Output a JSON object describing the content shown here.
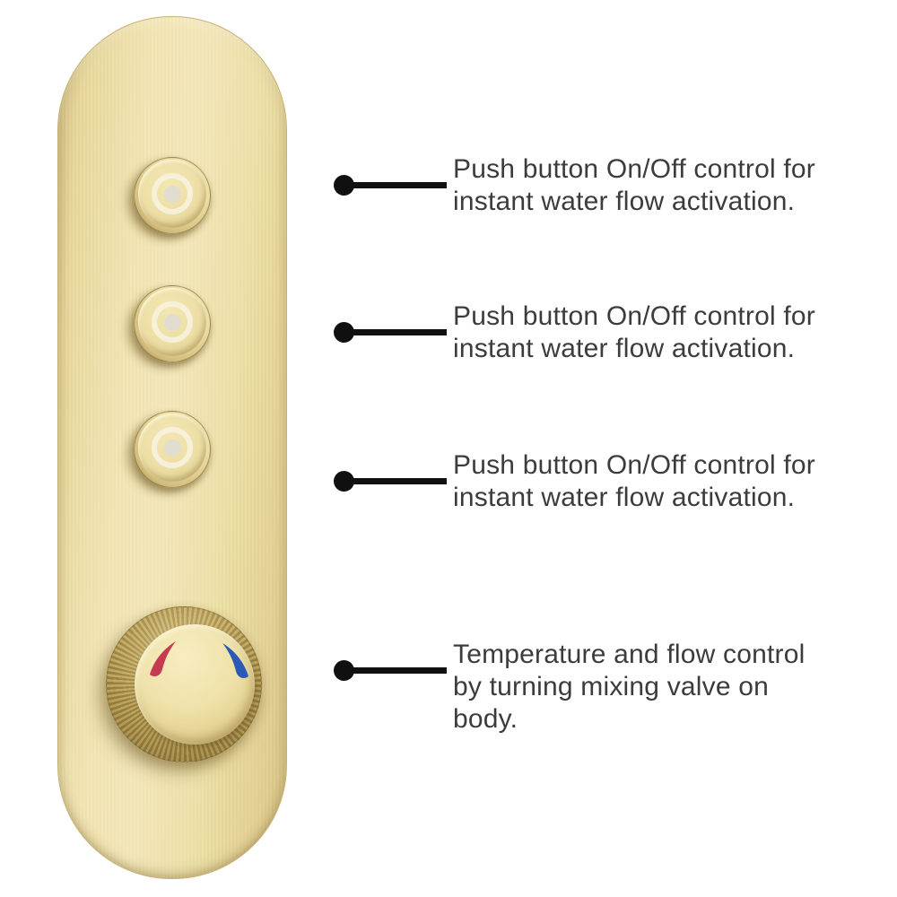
{
  "figure": {
    "type": "product-annotation-diagram",
    "background_color": "#ffffff",
    "panel": {
      "description": "brushed gold thermostatic shower valve plate",
      "finish": {
        "base_color": "#eee1a8",
        "highlight_color": "#f4e8ba",
        "edge_color": "#d3bf82"
      }
    },
    "push_buttons": [
      {
        "position": "top",
        "icon": "concentric-target-icon",
        "icon_color": "#f8f3e0"
      },
      {
        "position": "middle",
        "icon": "concentric-target-icon",
        "icon_color": "#f8f3e0"
      },
      {
        "position": "bottom",
        "icon": "concentric-target-icon",
        "icon_color": "#f8f3e0"
      }
    ],
    "knob": {
      "description": "knurled temperature and flow mixing valve knob",
      "hot_indicator_color": "#c63b51",
      "cold_indicator_color": "#2c59b5"
    }
  },
  "callouts": {
    "dot_color": "#101010",
    "line_color": "#101010",
    "text_color": "#3c3c3c",
    "items": [
      {
        "target": "push-button-top",
        "lines": [
          "Push button On/Off control for",
          "instant water flow activation."
        ]
      },
      {
        "target": "push-button-middle",
        "lines": [
          "Push button On/Off control for",
          "instant water flow activation."
        ]
      },
      {
        "target": "push-button-bottom",
        "lines": [
          "Push button On/Off control for",
          "instant water flow activation."
        ]
      },
      {
        "target": "temperature-knob",
        "lines": [
          "Temperature and flow control",
          "by turning mixing valve on",
          "body."
        ]
      }
    ]
  }
}
